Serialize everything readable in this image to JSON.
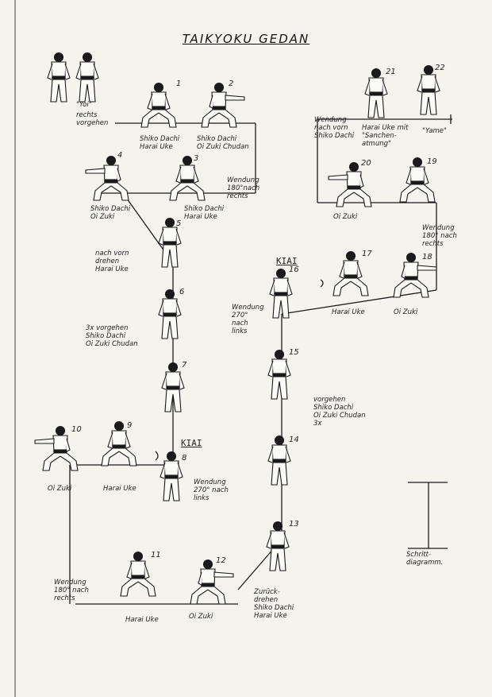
{
  "title": "TAIKYOKU GEDAN",
  "figures": [
    {
      "number": "1"
    },
    {
      "number": "2"
    },
    {
      "number": "3"
    },
    {
      "number": "4"
    },
    {
      "number": "5"
    },
    {
      "number": "6"
    },
    {
      "number": "7"
    },
    {
      "number": "8"
    },
    {
      "number": "9"
    },
    {
      "number": "10"
    },
    {
      "number": "11"
    },
    {
      "number": "12"
    },
    {
      "number": "13"
    },
    {
      "number": "14"
    },
    {
      "number": "15"
    },
    {
      "number": "16"
    },
    {
      "number": "17"
    },
    {
      "number": "18"
    },
    {
      "number": "19"
    },
    {
      "number": "20"
    },
    {
      "number": "21"
    },
    {
      "number": "22"
    }
  ],
  "labels": {
    "yoi": "\"Yoi\"",
    "rechts_vorgehen": "rechts\nvorgehen",
    "l1": "Shiko Dachi\nHarai Uke",
    "l2": "Shiko Dachi\nOi Zuki Chudan",
    "l3": "Shiko Dachi\nHarai Uke",
    "l4": "Shiko Dachi\nOi Zuki",
    "wendung_rechts": "Wendung\n180°nach\nrechts",
    "l5": "nach vorn\ndrehen\nHarai Uke",
    "l6": "3x vorgehen\nShiko Dachi\nOi Zuki Chudan",
    "kiai_8": "KIAI",
    "wendung_8": "Wendung\n270° nach\nlinks",
    "l9": "Harai Uke",
    "l10": "Oi Zuki",
    "wendung_10": "Wendung\n180° nach\nrechts",
    "l11": "Harai Uke",
    "l12": "Oi Zuki",
    "l13": "Zurück-\ndrehen\nShiko Dachi\nHarai Uke",
    "l14": "vorgehen\nShiko Dachi\nOi Zuki Chudan\n3x",
    "kiai_16": "KIAI",
    "wendung_16": "Wendung\n270°\nnach\nlinks",
    "l17": "Harai Uke",
    "l18": "Oi Zuki",
    "wendung_19": "Wendung\n180° nach\nrechts",
    "l20": "Oi Zuki",
    "wendung_21": "Wendung\nnach vorn\nShiko Dachi",
    "l21": "Harai Uke mit\n\"Sanchen-\natmung\"",
    "yame": "\"Yame\"",
    "schritt": "Schritt-\ndiagramm."
  },
  "colors": {
    "ink": "#1a1a1a",
    "paper": "#f4f3ee",
    "belt": "#1a1a1a"
  }
}
